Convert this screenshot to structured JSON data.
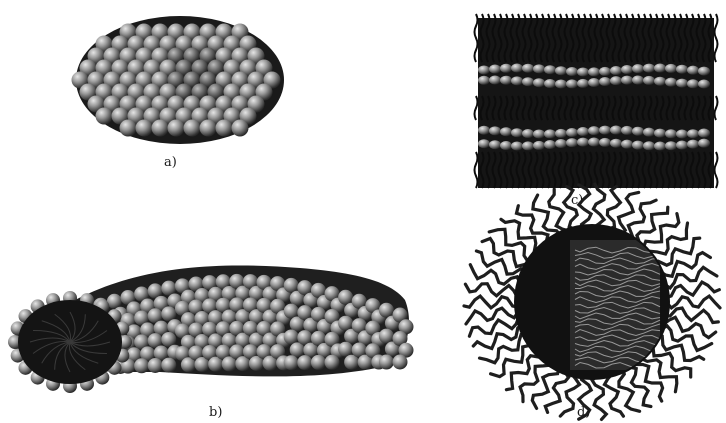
{
  "figure": {
    "panels": [
      {
        "id": "a",
        "label": "a)"
      },
      {
        "id": "b",
        "label": "b)"
      },
      {
        "id": "c",
        "label": "c)"
      },
      {
        "id": "d",
        "label": "d)"
      }
    ]
  },
  "colors": {
    "background": "#ffffff",
    "head_light": "#d8d8d8",
    "head_mid": "#8a8a8a",
    "head_dark": "#2a2a2a",
    "tail": "#1c1c1c",
    "core": "#111111"
  }
}
